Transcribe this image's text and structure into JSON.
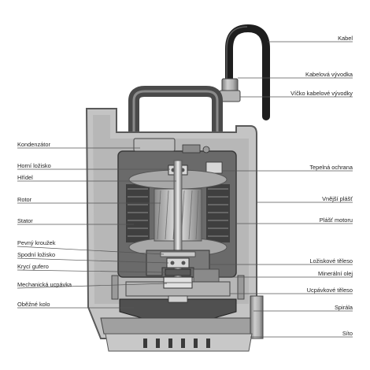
{
  "labels_left": [
    "Kondenzátor",
    "Horní ložisko",
    "Hřídel",
    "Rotor",
    "Stator",
    "Pevný kroužek",
    "Spodní ložisko",
    "Krycí gufero",
    "Mechanická ucpávka",
    "Oběžné kolo"
  ],
  "labels_right": [
    "Kabel",
    "Kabelová vývodka",
    "Víčko kabelové vývodky",
    "Tepelná ochrana",
    "Vnější plášť",
    "Plášť motoru",
    "Ložiskové těleso",
    "Minerální olej",
    "Ucpávkové těleso",
    "Spirála",
    "Síto"
  ],
  "colors": {
    "metal_light": "#c4c4c4",
    "metal_mid": "#9a9a9a",
    "metal_dark": "#4a4a4a",
    "cable": "#1e1e1e",
    "label_text": "#222222",
    "leader_line": "#555555"
  }
}
